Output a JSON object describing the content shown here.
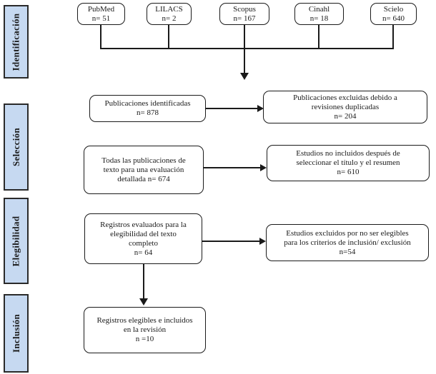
{
  "diagram": {
    "title": "PRISMA flow diagram (Spanish)",
    "colors": {
      "stage_fill": "#C6D9F1",
      "line_color": "#1a1a1a",
      "node_background": "#ffffff"
    },
    "stages": [
      {
        "label": "Identificación"
      },
      {
        "label": "Selección"
      },
      {
        "label": "Elegibilidad"
      },
      {
        "label": "Inclusión"
      }
    ],
    "sources": [
      {
        "name": "PubMed",
        "count": "n= 51"
      },
      {
        "name": "LILACS",
        "count": "n= 2"
      },
      {
        "name": "Scopus",
        "count": "n= 167"
      },
      {
        "name": "Cinahl",
        "count": "n= 18"
      },
      {
        "name": "Scielo",
        "count": "n= 640"
      }
    ],
    "boxes": {
      "identified": {
        "lines": [
          "Publicaciones identificadas",
          "n= 878"
        ]
      },
      "excluded_duplicates": {
        "lines": [
          "Publicaciones excluidas debido a",
          "revisiones duplicadas",
          "n= 204"
        ]
      },
      "fulltext_evaluated": {
        "lines": [
          "Todas las publicaciones de",
          "texto para una evaluación",
          "detallada n= 674"
        ]
      },
      "excluded_title_abstract": {
        "lines": [
          "Estudios no incluidos después de",
          "seleccionar el título y el resumen",
          "n= 610"
        ]
      },
      "eligibility_assessed": {
        "lines": [
          "Registros evaluados para la",
          "elegibilidad del texto",
          "completo",
          "n= 64"
        ]
      },
      "excluded_criteria": {
        "lines": [
          "Estudios excluidos por no ser elegibles",
          "para los criterios de inclusión/ exclusión",
          "n=54"
        ]
      },
      "included": {
        "lines": [
          "Registros elegibles e incluidos",
          "en la revisión",
          "n =10"
        ]
      }
    }
  }
}
